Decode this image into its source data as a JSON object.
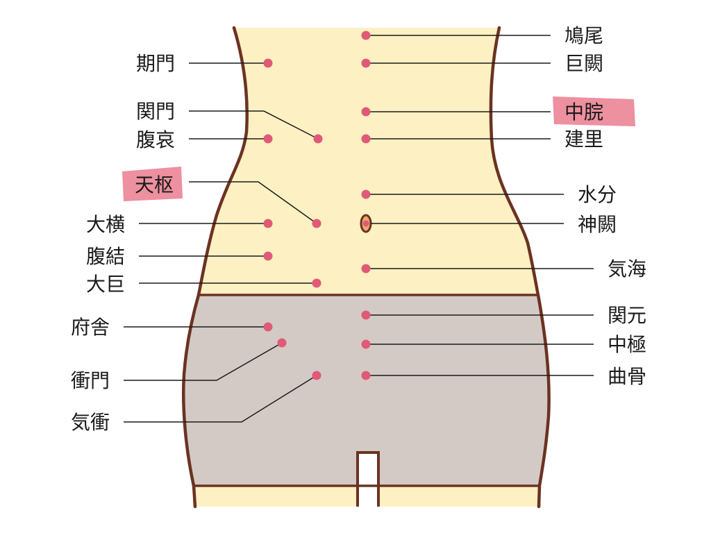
{
  "colors": {
    "skin": "#fdf0c2",
    "underwear": "#d3cac6",
    "outline": "#6b3222",
    "point": "#e05a78",
    "highlight": "#ec8a9a",
    "line": "#1a1a1a"
  },
  "left_labels": [
    {
      "id": "kimon",
      "text": "期門",
      "highlighted": false
    },
    {
      "id": "kanmon",
      "text": "関門",
      "highlighted": false
    },
    {
      "id": "fukuai",
      "text": "腹哀",
      "highlighted": false
    },
    {
      "id": "tensu",
      "text": "天枢",
      "highlighted": true
    },
    {
      "id": "daio",
      "text": "大横",
      "highlighted": false
    },
    {
      "id": "fukketsu",
      "text": "腹結",
      "highlighted": false
    },
    {
      "id": "daiko",
      "text": "大巨",
      "highlighted": false
    },
    {
      "id": "fusha",
      "text": "府舎",
      "highlighted": false
    },
    {
      "id": "shomon",
      "text": "衝門",
      "highlighted": false
    },
    {
      "id": "kisho",
      "text": "気衝",
      "highlighted": false
    }
  ],
  "right_labels": [
    {
      "id": "kyubi",
      "text": "鳩尾",
      "highlighted": false
    },
    {
      "id": "koketsu",
      "text": "巨闕",
      "highlighted": false
    },
    {
      "id": "chukan",
      "text": "中脘",
      "highlighted": true
    },
    {
      "id": "kenri",
      "text": "建里",
      "highlighted": false
    },
    {
      "id": "suibun",
      "text": "水分",
      "highlighted": false
    },
    {
      "id": "shinketsu",
      "text": "神闕",
      "highlighted": false
    },
    {
      "id": "kikai",
      "text": "気海",
      "highlighted": false
    },
    {
      "id": "kangen",
      "text": "関元",
      "highlighted": false
    },
    {
      "id": "chukyoku",
      "text": "中極",
      "highlighted": false
    },
    {
      "id": "kyokkotsu",
      "text": "曲骨",
      "highlighted": false
    }
  ]
}
